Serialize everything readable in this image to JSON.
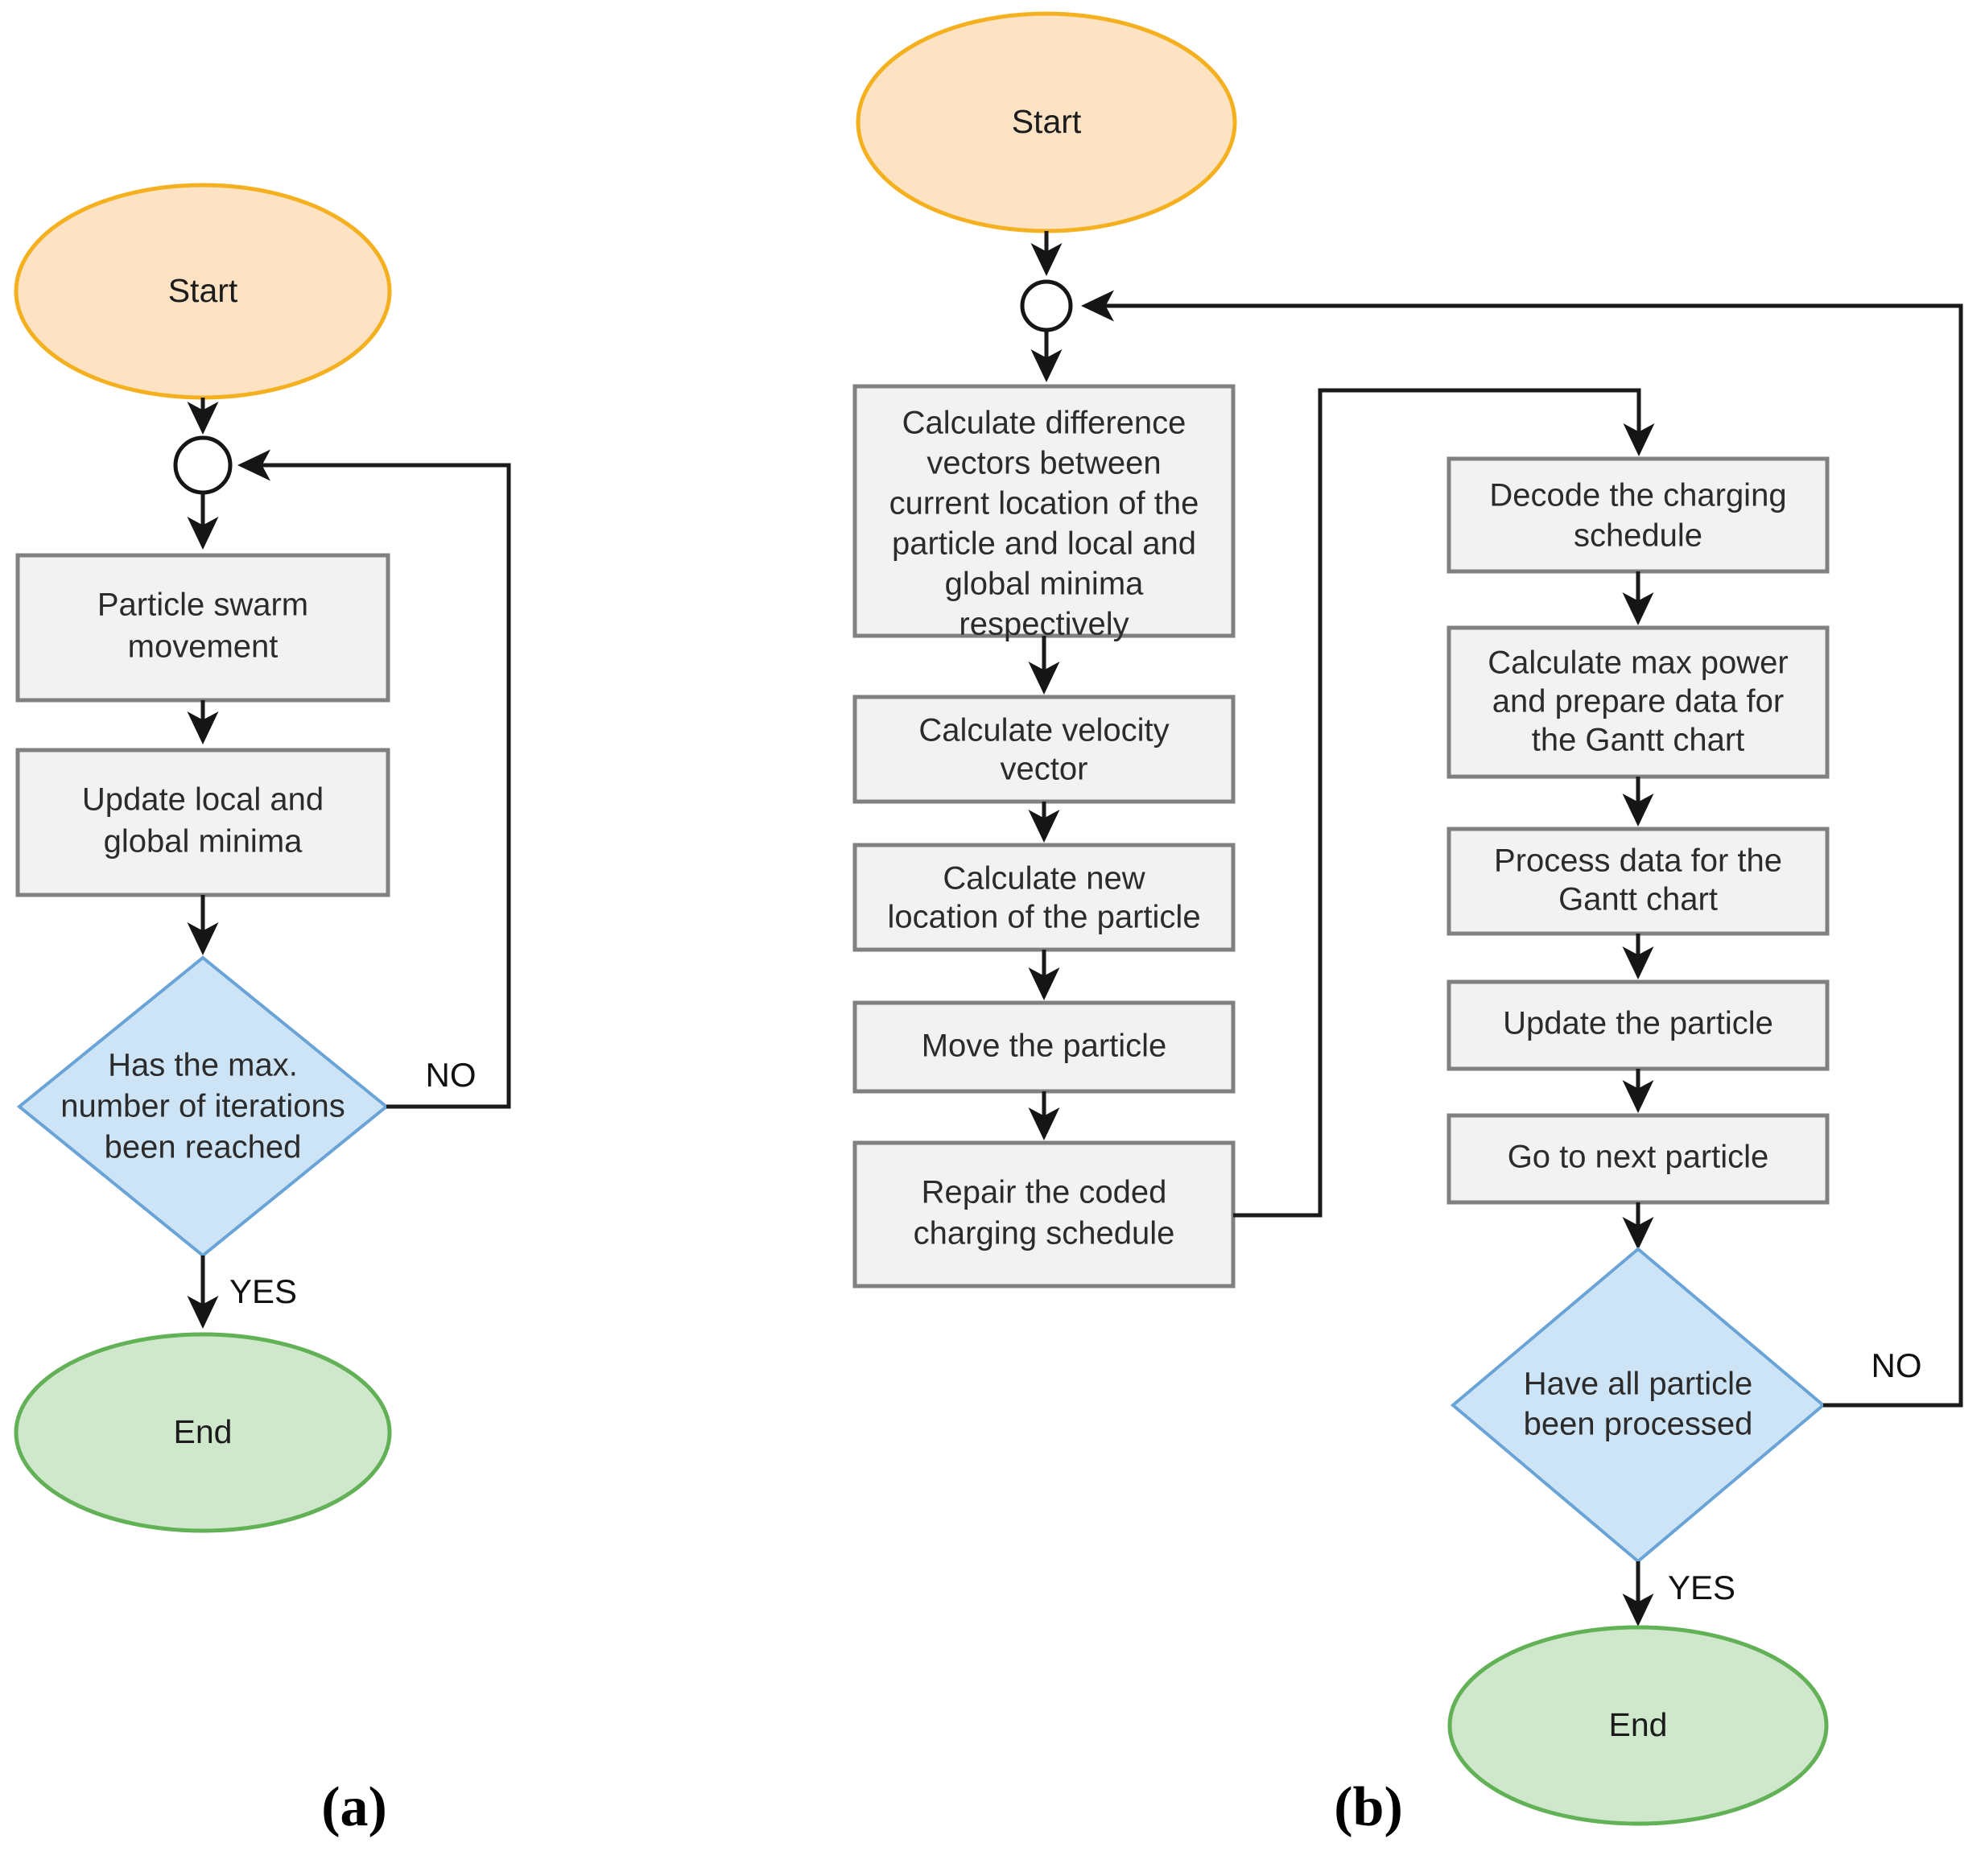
{
  "figure": {
    "panels": [
      {
        "id": "a",
        "label": "(a)"
      },
      {
        "id": "b",
        "label": "(b)"
      }
    ]
  },
  "colors": {
    "start_fill": "#fde3c4",
    "start_stroke": "#f5b01f",
    "end_fill": "#cfe8cc",
    "end_stroke": "#62b157",
    "process_fill": "#f2f2f2",
    "process_stroke": "#808080",
    "decision_fill": "#cde4f7",
    "decision_stroke": "#6aa3d5",
    "edge": "#1a1a1a",
    "text": "#2b2b2b"
  },
  "chart_data": {
    "type": "diagram",
    "title": "",
    "subtype": "flowchart",
    "panels": [
      {
        "id": "a",
        "label": "(a)",
        "nodes": [
          {
            "id": "a_start",
            "shape": "ellipse",
            "text": "Start"
          },
          {
            "id": "a_junction",
            "shape": "circle",
            "text": ""
          },
          {
            "id": "a_p1",
            "shape": "process",
            "text": "Particle swarm movement"
          },
          {
            "id": "a_p2",
            "shape": "process",
            "text": "Update local and global minima"
          },
          {
            "id": "a_d1",
            "shape": "decision",
            "text": "Has the max. number of iterations been reached"
          },
          {
            "id": "a_end",
            "shape": "ellipse",
            "text": "End"
          }
        ],
        "edges": [
          {
            "from": "a_start",
            "to": "a_junction",
            "label": ""
          },
          {
            "from": "a_junction",
            "to": "a_p1",
            "label": ""
          },
          {
            "from": "a_p1",
            "to": "a_p2",
            "label": ""
          },
          {
            "from": "a_p2",
            "to": "a_d1",
            "label": ""
          },
          {
            "from": "a_d1",
            "to": "a_junction",
            "label": "NO"
          },
          {
            "from": "a_d1",
            "to": "a_end",
            "label": "YES"
          }
        ]
      },
      {
        "id": "b",
        "label": "(b)",
        "nodes": [
          {
            "id": "b_start",
            "shape": "ellipse",
            "text": "Start"
          },
          {
            "id": "b_junction",
            "shape": "circle",
            "text": ""
          },
          {
            "id": "b_p1",
            "shape": "process",
            "text": "Calculate difference vectors between current location of the particle and local and global minima respectively"
          },
          {
            "id": "b_p2",
            "shape": "process",
            "text": "Calculate velocity vector"
          },
          {
            "id": "b_p3",
            "shape": "process",
            "text": "Calculate new location of the particle"
          },
          {
            "id": "b_p4",
            "shape": "process",
            "text": "Move the particle"
          },
          {
            "id": "b_p5",
            "shape": "process",
            "text": "Repair the coded charging schedule"
          },
          {
            "id": "b_p6",
            "shape": "process",
            "text": "Decode the charging schedule"
          },
          {
            "id": "b_p7",
            "shape": "process",
            "text": "Calculate max power and prepare data for the Gantt chart"
          },
          {
            "id": "b_p8",
            "shape": "process",
            "text": "Process data for the Gantt chart"
          },
          {
            "id": "b_p9",
            "shape": "process",
            "text": "Update the particle"
          },
          {
            "id": "b_p10",
            "shape": "process",
            "text": "Go to next particle"
          },
          {
            "id": "b_d1",
            "shape": "decision",
            "text": "Have all particle been processed"
          },
          {
            "id": "b_end",
            "shape": "ellipse",
            "text": "End"
          }
        ],
        "edges": [
          {
            "from": "b_start",
            "to": "b_junction",
            "label": ""
          },
          {
            "from": "b_junction",
            "to": "b_p1",
            "label": ""
          },
          {
            "from": "b_p1",
            "to": "b_p2",
            "label": ""
          },
          {
            "from": "b_p2",
            "to": "b_p3",
            "label": ""
          },
          {
            "from": "b_p3",
            "to": "b_p4",
            "label": ""
          },
          {
            "from": "b_p4",
            "to": "b_p5",
            "label": ""
          },
          {
            "from": "b_p5",
            "to": "b_p6",
            "label": ""
          },
          {
            "from": "b_p6",
            "to": "b_p7",
            "label": ""
          },
          {
            "from": "b_p7",
            "to": "b_p8",
            "label": ""
          },
          {
            "from": "b_p8",
            "to": "b_p9",
            "label": ""
          },
          {
            "from": "b_p9",
            "to": "b_p10",
            "label": ""
          },
          {
            "from": "b_p10",
            "to": "b_d1",
            "label": ""
          },
          {
            "from": "b_d1",
            "to": "b_junction",
            "label": "NO"
          },
          {
            "from": "b_d1",
            "to": "b_end",
            "label": "YES"
          }
        ]
      }
    ]
  },
  "panel_a": {
    "start": {
      "text": "Start"
    },
    "process_1": {
      "text": "Particle swarm movement",
      "line1": "Particle swarm",
      "line2": "movement"
    },
    "process_2": {
      "text": "Update local and global minima",
      "line1": "Update local and",
      "line2": "global minima"
    },
    "decision": {
      "text": "Has the max. number of iterations been reached",
      "line1": "Has the max.",
      "line2": "number of iterations",
      "line3": "been reached"
    },
    "label_no": "NO",
    "label_yes": "YES",
    "end": {
      "text": "End"
    },
    "caption": "(a)"
  },
  "panel_b": {
    "start": {
      "text": "Start"
    },
    "process_1": {
      "text": "Calculate difference vectors between current location of the particle and local and global minima respectively",
      "line1": "Calculate difference",
      "line2": "vectors between",
      "line3": "current location of the",
      "line4": "particle and local and",
      "line5": "global minima",
      "line6": "respectively"
    },
    "process_2": {
      "text": "Calculate velocity vector",
      "line1": "Calculate velocity",
      "line2": "vector"
    },
    "process_3": {
      "text": "Calculate new location of the particle",
      "line1": "Calculate new",
      "line2": "location of the particle"
    },
    "process_4": {
      "text": "Move the particle",
      "line1": "Move the particle"
    },
    "process_5": {
      "text": "Repair the coded charging schedule",
      "line1": "Repair the coded",
      "line2": "charging schedule"
    },
    "process_6": {
      "text": "Decode the charging schedule",
      "line1": "Decode the charging",
      "line2": "schedule"
    },
    "process_7": {
      "text": "Calculate max power and prepare data for the Gantt chart",
      "line1": "Calculate max power",
      "line2": "and prepare data for",
      "line3": "the Gantt chart"
    },
    "process_8": {
      "text": "Process data for the Gantt chart",
      "line1": "Process data for the",
      "line2": "Gantt chart"
    },
    "process_9": {
      "text": "Update the particle",
      "line1": "Update the particle"
    },
    "process_10": {
      "text": "Go to next particle",
      "line1": "Go to next particle"
    },
    "decision": {
      "text": "Have all particle been processed",
      "line1": "Have all particle",
      "line2": "been processed"
    },
    "label_no": "NO",
    "label_yes": "YES",
    "end": {
      "text": "End"
    },
    "caption": "(b)"
  }
}
